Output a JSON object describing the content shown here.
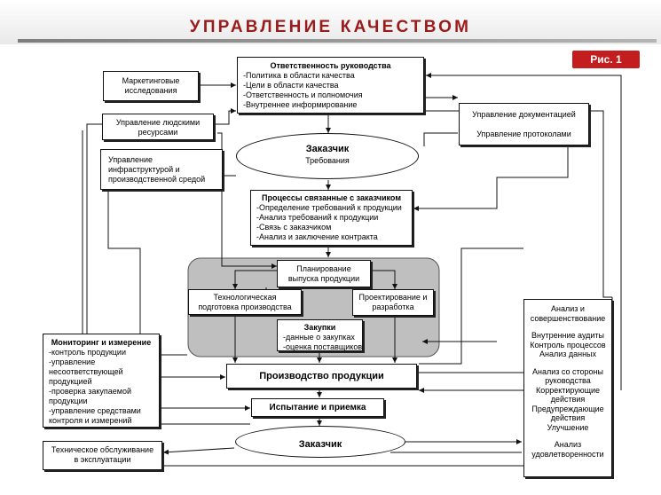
{
  "header": {
    "title": "УПРАВЛЕНИЕ КАЧЕСТВОМ",
    "figure_label": "Рис. 1"
  },
  "marketing": "Маркетинговые исследования",
  "responsibility": {
    "title": "Ответственность руководства",
    "items": [
      "-Политика в области качества",
      "-Цели в области качества",
      "-Ответственность и полномочия",
      "-Внутреннее информирование"
    ]
  },
  "hr": "Управление людскими ресурсами",
  "docs": {
    "line1": "Управление документацией",
    "line2": "Управление протоколами"
  },
  "infra": "Управление инфраструктурой и производственной средой",
  "customer_top": {
    "title": "Заказчик",
    "subtitle": "Требования"
  },
  "customer_processes": {
    "title": "Процессы связанные с заказчиком",
    "items": [
      "-Определение требований к продукции",
      "-Анализ требований к продукции",
      "-Связь с заказчиком",
      "-Анализ и заключение контракта"
    ]
  },
  "planning": "Планирование выпуска продукции",
  "tech_prep": "Технологическая подготовка производства",
  "design": "Проектирование и разработка",
  "purchasing": {
    "title": "Закупки",
    "items": [
      "-данные о закупках",
      "-оценка поставщиков"
    ]
  },
  "monitoring": {
    "title": "Мониторинг и измерение",
    "items": [
      "-контроль продукции",
      "-управление несоответствующей продукцией",
      "-проверка закупаемой продукции",
      "-управление средствами контроля и измерений"
    ]
  },
  "production": "Производство продукции",
  "testing": "Испытание и приемка",
  "customer_bottom": "Заказчик",
  "maintenance": "Техническое обслуживание в эксплуатации",
  "analysis": {
    "items": [
      "Анализ и совершенствование",
      "Внутренние аудиты",
      "Контроль процессов",
      "Анализ данных",
      "Анализ со стороны руководства",
      "Корректирующие действия",
      "Предупреждающие действия",
      "Улучшение",
      "Анализ удовлетворенности"
    ]
  }
}
